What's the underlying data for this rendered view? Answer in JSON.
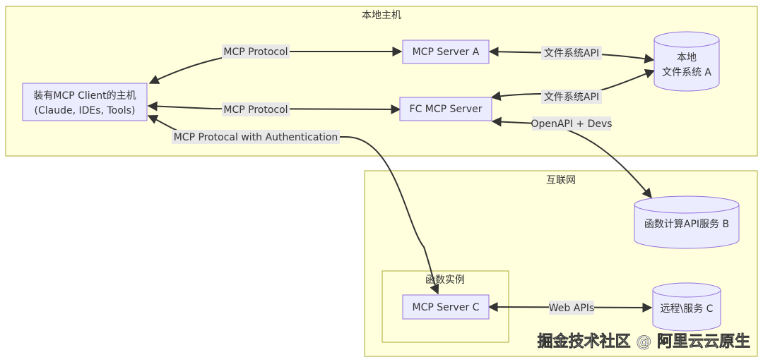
{
  "clusters": {
    "local_host": "本地主机",
    "internet": "互联网",
    "function_instance": "函数实例"
  },
  "nodes": {
    "client_line1": "装有MCP Client的主机",
    "client_line2": "(Claude, IDEs, Tools)",
    "mcp_server_a": "MCP Server A",
    "fc_mcp_server": "FC MCP Server",
    "local_fs_line1": "本地",
    "local_fs_line2": "文件系统 A",
    "fc_api_service": "函数计算API服务 B",
    "mcp_server_c": "MCP Server C",
    "remote_service": "远程\\服务 C"
  },
  "edges": {
    "client_to_a": "MCP Protocol",
    "client_to_fc": "MCP Protocol",
    "client_to_c": "MCP Protocal with Authentication",
    "a_to_fs": "文件系统API",
    "fc_to_fs": "文件系统API",
    "fc_to_b": "OpenAPI + Devs",
    "c_to_remote": "Web APIs"
  },
  "watermark": "掘金技术社区 @ 阿里云云原生",
  "colors": {
    "cluster_fill": "#ffffde",
    "cluster_stroke": "#aaaa33",
    "node_fill": "#ececff",
    "node_stroke": "#9370db",
    "edge": "#333333",
    "label_bg": "#e8e8e8"
  }
}
